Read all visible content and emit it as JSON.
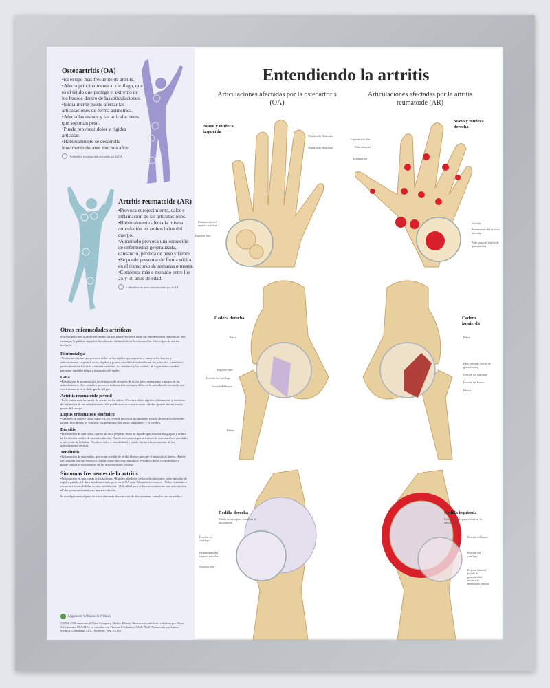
{
  "poster": {
    "title": "Entendiendo la artritis",
    "oa_subtitle": "Articulaciones afectadas por la osteoartritis (OA)",
    "ar_subtitle": "Articulaciones afectadas por la artritis reumatoide (AR)"
  },
  "oa": {
    "heading": "Osteoartritis (OA)",
    "bullets": [
      "•Es el tipo más frecuente de artritis.",
      "•Afecta principalmente al cartílago, que es el tejido que protege el extremo de los huesos dentro de las articulaciones.",
      "•Inicialmente puede afectar las articulaciones de forma asimétrica.",
      "•Afecta las manos y las articulaciones que soportan peso.",
      "•Puede provocar dolor y rigidez articular.",
      "•Habitualmente se desarrolla lentamente durante muchos años."
    ],
    "legend": "= identifica las áreas más afectadas por la OA."
  },
  "ar": {
    "heading": "Artritis reumatoide (AR)",
    "bullets": [
      "•Provoca enrojecimiento, calor e inflamación de las articulaciones.",
      "•Habitualmente afecta la misma articulación en ambos lados del cuerpo.",
      "•A menudo provoca una sensación de enfermedad generalizada, cansancio, pérdida de peso y fiebre.",
      "•Se puede presentar de forma súbita, en el transcurso de semanas o meses.",
      "•Comienza más a menudo entre los 25 y 50 años de edad."
    ],
    "legend": "= identifica las áreas más afectadas por la AR."
  },
  "other": {
    "heading": "Otras enfermedades artríticas",
    "intro": "Muchas personas utilizan el término artritis para referirse a todas las enfermedades reumáticas. Sin embargo, la palabra significa literalmente inflamación de la articulación. Otros tipos de artritis incluyen:",
    "sections": [
      {
        "title": "Fibromialgia",
        "text": "•Trastorno crónico que provoca dolor en los tejidos que soportan y mueven los huesos y articulaciones. •Aparece dolor, rigidez y puntos sensibles localizados en los músculos y tendones, particularmente los de la columna vertebral, los hombros y las caderas. •Los pacientes pueden presentar también fatiga y trastornos del sueño."
      },
      {
        "title": "Gota",
        "text": "•Resulta por la acumulación de depósitos de cristales de ácido úrico semejantes a agujas en las articulaciones. •Los cristales provocan inflamación, edema y dolor en la articulación afectada, que con frecuencia es el dedo gordo del pie."
      },
      {
        "title": "Artritis reumatoide juvenil",
        "text": "•Es la forma más frecuente de artritis en los niños. •Provoca dolor, rigidez, inflamación y deterioro de la función de las articulaciones. •Se puede asociar con urticarias o fiebre; puede afectar varias partes del cuerpo."
      },
      {
        "title": "Lupus eritematoso sistémico",
        "text": "•También se conoce como lupus o LES. •Puede provocar inflamación y daño de las articulaciones, la piel, los riñones, el corazón, los pulmones, los vasos sanguíneos y el cerebro."
      },
      {
        "title": "Bursitis",
        "text": "•Inflamación de una bolsa, que es un saco pequeño lleno de líquido que absorbe los golpes y reduce la fricción alrededor de una articulación. •Puede ser causada por artritis en la articulación o por daño o infección de la bolsa. •Produce dolor y sensibilidad y puede limitar el movimiento de las articulaciones vecinas."
      },
      {
        "title": "Tendinitis",
        "text": "•Inflamación de un tendón, que es un cordón de tejido fibroso que une el músculo al hueso. •Puede ser causada por uso excesivo, lesión o una afección reumática. •Produce dolor y sensibilidad y puede limitar el movimiento de las articulaciones vecinas."
      }
    ]
  },
  "symptoms": {
    "heading": "Síntomas frecuentes de la artritis",
    "text": "•Inflamación en una o más articulaciones. •Rigidez alrededor de las articulaciones: cada episodio de rigidez para la AR dura una hora o más, pero en la OA dura 30 minutos o menos. •Dolor constante o recurrente o sensibilidad en una articulación. •Dificultad para utilizar normalmente una articulación. •Calor y enrojecimiento en una articulación.",
    "note": "Si usted presenta alguno de estos síntomas durante más de dos semanas, consulte con su médico."
  },
  "footer": {
    "publisher": "Lippincott Williams & Wilkins",
    "copyright": "©2004, 2006 Anatomical Chart Company, Skokie, Illinois. Ilustraciones médicas realizadas por Dawn Scheuerman, M.A.M.S., en consulta con Thomas J. Schnitzer, M.D., Ph.D. Traducción por Latino Medical Consultants LLC., Bellevue, WA. EE.UU."
  },
  "labels": {
    "hand_left": "Mano y muñeca izquierda",
    "hand_right": "Mano y muñeca derecha",
    "heberden": "Nódulos de Heberden",
    "bouchard": "Nódulos de Bouchard",
    "joint_space_narrowing": "Pinzamiento del espacio articular",
    "bone_spurs": "Espolón óseo",
    "joint_capsule": "Cápsula articular",
    "synovium": "Paño sinovial",
    "inflammation": "Inflamación",
    "erosion": "Erosión",
    "pannus": "Paño sinovial (tejido de granulación)",
    "hip_right": "Cadera derecha",
    "hip_left": "Cadera izquierda",
    "pelvis": "Pelvis",
    "cartilage_erosion": "Erosión del cartílago",
    "bone_erosion": "Erosión del hueso",
    "femur": "Fémur",
    "knee_right": "Rodilla derecha",
    "knee_left": "Rodilla izquierda",
    "knee_rotated": "Rótula retirada para visualizar la articulación",
    "knee_pannus": "El paño sinovial (tejido de granulación) recubre la membrana sinovial"
  },
  "colors": {
    "bone": "#e8cf9e",
    "inflammation": "#d8202a",
    "oa_figure": "#9d97cf",
    "ar_figure": "#9cc4cf",
    "panel": "#eeeef8"
  }
}
